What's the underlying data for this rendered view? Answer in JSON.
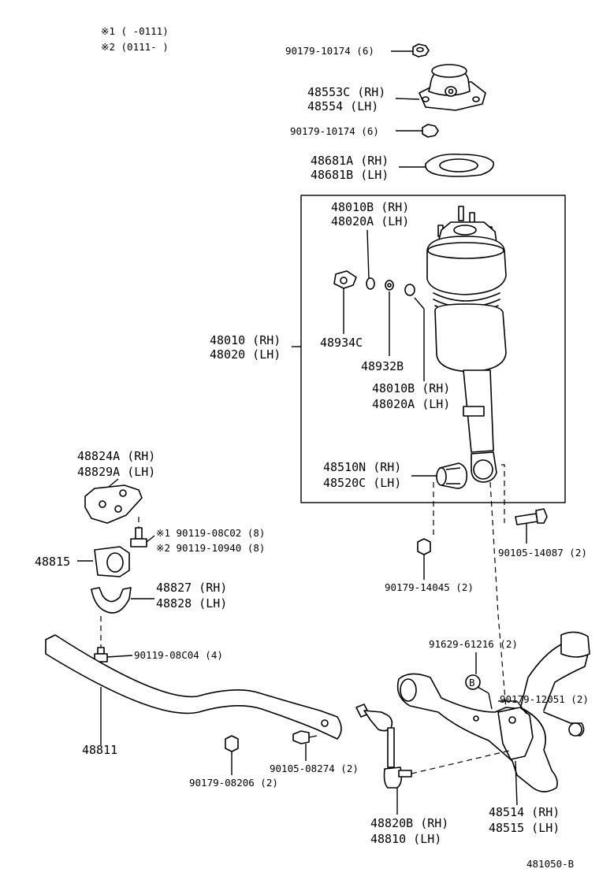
{
  "notes": {
    "note1": "※1 (      -0111)",
    "note2": "※2 (0111-      )"
  },
  "labels": {
    "nut_top": "90179-10174 (6)",
    "support_rh": "48553C (RH)",
    "support_lh": "48554  (LH)",
    "nut_mid": "90179-10174 (6)",
    "spacer_rh": "48681A (RH)",
    "spacer_lh": "48681B (LH)",
    "oring_top_rh": "48010B (RH)",
    "oring_top_lh": "48020A (LH)",
    "assy_rh": "48010 (RH)",
    "assy_lh": "48020 (LH)",
    "clip": "48934C",
    "washer": "48932B",
    "oring_low_rh": "48010B (RH)",
    "oring_low_lh": "48020A (LH)",
    "bush_rh": "48510N (RH)",
    "bush_lh": "48520C (LH)",
    "bolt_lower": "90105-14087 (2)",
    "nut_lower": "90179-14045 (2)",
    "bracket_rh": "48824A (RH)",
    "bracket_lh": "48829A (LH)",
    "bolt_n1": "※1 90119-08C02 (8)",
    "bolt_n2": "※2 90119-10940 (8)",
    "stab_bush": "48815",
    "stab_bracket_rh": "48827 (RH)",
    "stab_bracket_lh": "48828 (LH)",
    "bolt_stab": "90119-08C04 (4)",
    "stab_bar": "48811",
    "bolt_link": "90105-08274 (2)",
    "nut_link": "90179-08206 (2)",
    "link_rh": "48820B (RH)",
    "link_lh": "48810  (LH)",
    "bolt_arm": "91629-61216 (2)",
    "marker_b": "B",
    "nut_arm": "90179-12051 (2)",
    "arm_rh": "48514 (RH)",
    "arm_lh": "48515 (LH)",
    "figure_code": "481050-B"
  }
}
